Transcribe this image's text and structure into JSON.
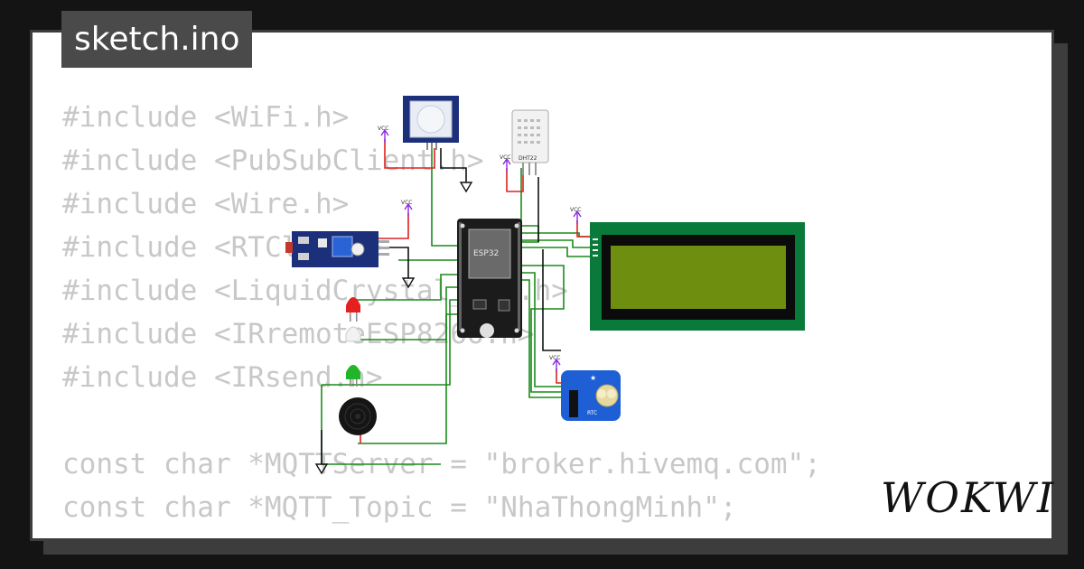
{
  "window": {
    "title": "sketch.ino",
    "brand": "WOKWI"
  },
  "code_lines": [
    "#include <WiFi.h>",
    "#include <PubSubClient.h>",
    "#include <Wire.h>",
    "#include <RTClib.h>",
    "#include <LiquidCrystal_I2C.h>",
    "#include <IRremoteESP8266.h>",
    "#include <IRsend.h>",
    "",
    "const char *MQTTServer = \"broker.hivemq.com\";",
    "const char *MQTT_Topic = \"NhaThongMinh\";"
  ],
  "diagram": {
    "mcu_label": "ESP32",
    "dht_label": "DHT22",
    "rtc_label": "RTC",
    "power_label": "VCC",
    "colors": {
      "wire_green": "#1a8a1a",
      "wire_red": "#e02020",
      "wire_black": "#111111",
      "vcc_purple": "#8a2be2",
      "lcd_board": "#0a7a3a",
      "lcd_screen": "#6e8e10",
      "sensor_blue": "#1c2f7a",
      "rtc_blue": "#1e5fd6",
      "esp_body": "#1b1b1b"
    }
  }
}
